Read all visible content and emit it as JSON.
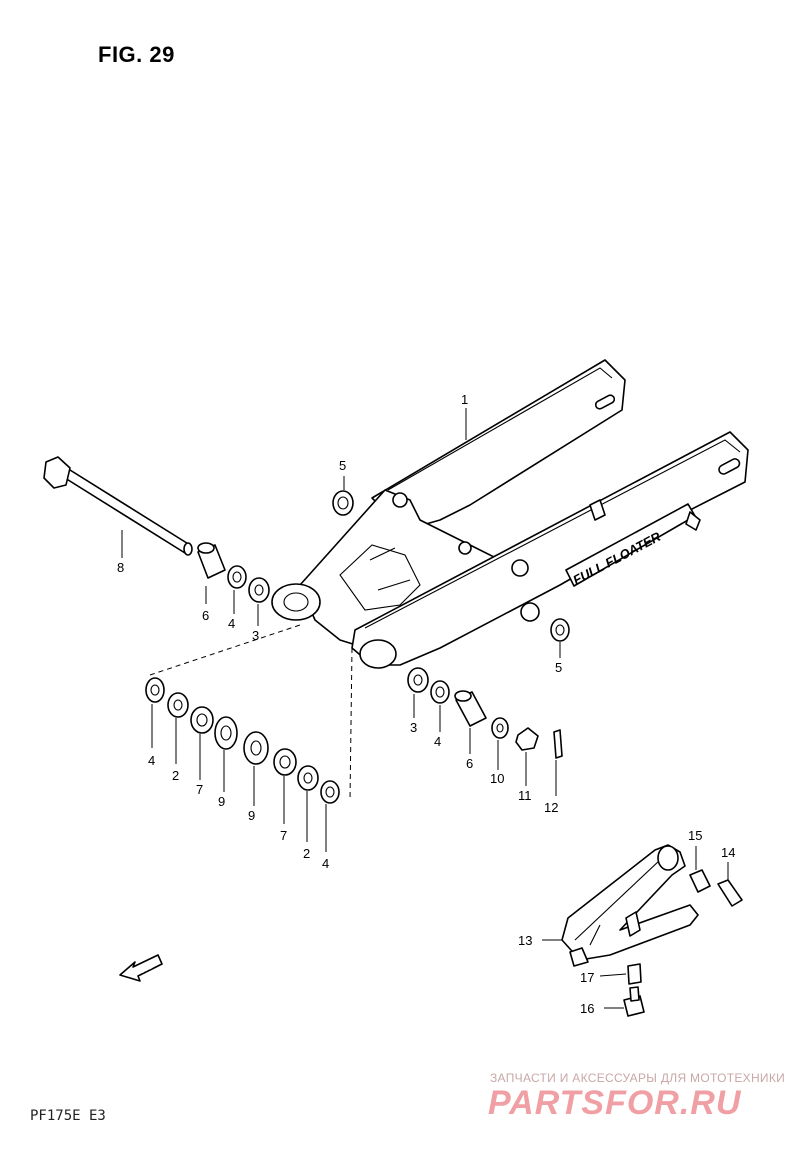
{
  "figure": {
    "title": "FIG. 29",
    "model_code": "PF175E E3",
    "fwd_arrow_label": "FWD",
    "swingarm_decal": "FULL FLOATER"
  },
  "watermark": {
    "tagline": "ЗАПЧАСТИ И АКСЕССУАРЫ ДЛЯ МОТОТЕХНИКИ",
    "logo": "PARTSFOR.RU"
  },
  "callouts": {
    "swingarm": "1",
    "bolt_8": "8",
    "cap_5_top": "5",
    "cap_5_right": "5",
    "left_6": "6",
    "left_4": "4",
    "left_3": "3",
    "right_3": "3",
    "right_4": "4",
    "right_6": "6",
    "right_10": "10",
    "right_11": "11",
    "right_12": "12",
    "row1_4": "4",
    "row1_2": "2",
    "row1_7": "7",
    "row1_9": "9",
    "row2_9": "9",
    "row2_7": "7",
    "row2_2": "2",
    "row2_4": "4",
    "lever_13": "13",
    "lever_14": "14",
    "lever_15": "15",
    "lever_16": "16",
    "lever_17": "17"
  }
}
